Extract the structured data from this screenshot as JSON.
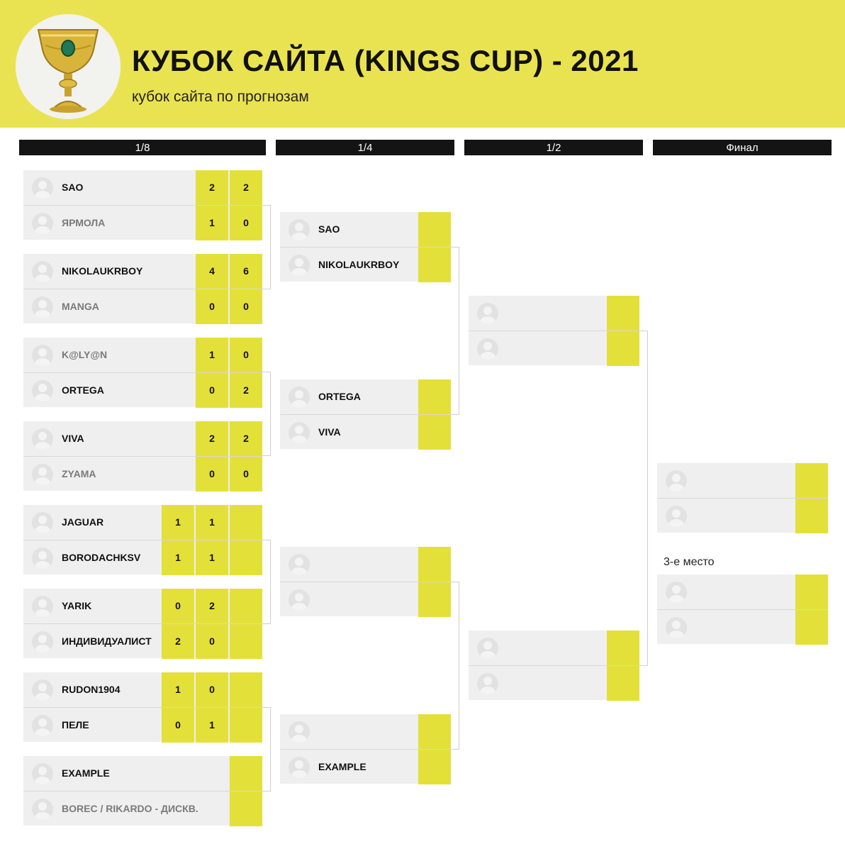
{
  "header": {
    "title": "КУБОК САЙТА (KINGS CUP) - 2021",
    "subtitle": "кубок сайта по прогнозам",
    "logo_icon": "golden-cup-icon",
    "accent_color": "#e4e03a",
    "banner_color": "#e9e352"
  },
  "rounds": [
    "1/8",
    "1/4",
    "1/2",
    "Финал"
  ],
  "round_of_16": [
    {
      "p1": "SAO",
      "p2": "ЯРМОЛА",
      "p1_scores": [
        "2",
        "2"
      ],
      "p2_scores": [
        "1",
        "0"
      ]
    },
    {
      "p1": "NIKOLAUKRBOY",
      "p2": "MANGA",
      "p1_scores": [
        "4",
        "6"
      ],
      "p2_scores": [
        "0",
        "0"
      ]
    },
    {
      "p1": "K@LY@N",
      "p2": "ORTEGA",
      "p1_scores": [
        "1",
        "0"
      ],
      "p2_scores": [
        "0",
        "2"
      ]
    },
    {
      "p1": "VIVA",
      "p2": "ZYAMA",
      "p1_scores": [
        "2",
        "2"
      ],
      "p2_scores": [
        "0",
        "0"
      ]
    },
    {
      "p1": "JAGUAR",
      "p2": "BORODACHKSV",
      "p1_scores": [
        "1",
        "1",
        ""
      ],
      "p2_scores": [
        "1",
        "1",
        ""
      ]
    },
    {
      "p1": "YARIK",
      "p2": "ИНДИВИДУАЛИСТ",
      "p1_scores": [
        "0",
        "2",
        ""
      ],
      "p2_scores": [
        "2",
        "0",
        ""
      ]
    },
    {
      "p1": "RUDON1904",
      "p2": "ПЕЛЕ",
      "p1_scores": [
        "1",
        "0",
        ""
      ],
      "p2_scores": [
        "0",
        "1",
        ""
      ]
    },
    {
      "p1": "EXAMPLE",
      "p2": "BOREC / RIKARDO - ДИСКВ.",
      "p1_scores": [
        ""
      ],
      "p2_scores": [
        ""
      ]
    }
  ],
  "quarterfinals": [
    {
      "p1": "SAO",
      "p2": "NIKOLAUKRBOY"
    },
    {
      "p1": "ORTEGA",
      "p2": "VIVA"
    },
    {
      "p1": "",
      "p2": ""
    },
    {
      "p1": "",
      "p2": "EXAMPLE"
    }
  ],
  "semifinals": [
    {
      "p1": "",
      "p2": ""
    },
    {
      "p1": "",
      "p2": ""
    }
  ],
  "final": {
    "p1": "",
    "p2": ""
  },
  "third_place": {
    "label": "3-е место",
    "p1": "",
    "p2": ""
  }
}
